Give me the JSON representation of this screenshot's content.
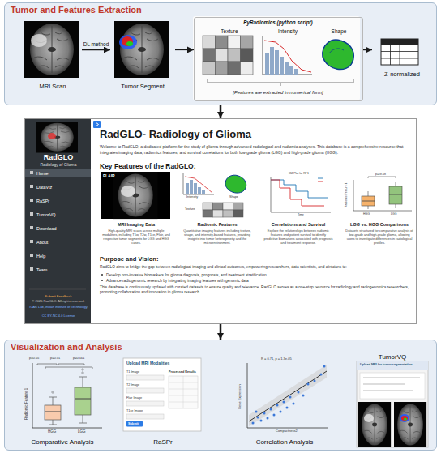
{
  "diagram": {
    "nodes": [
      {
        "text": [
          "Tumor and Features Extraction"
        ]
      },
      {
        "text": [
          "MRI Scan"
        ],
        "in": 0
      },
      {
        "text": [
          "Tumor Segment"
        ],
        "in": 0
      },
      {
        "text": [
          "PyRadiomics (python script)",
          "[Features are extracted in numerical form]"
        ],
        "in": 0
      },
      {
        "text": [
          "Texture"
        ],
        "in": 3
      },
      {
        "text": [
          "Intensity"
        ],
        "in": 3
      },
      {
        "text": [
          "Shape"
        ],
        "in": 3
      },
      {
        "text": [
          "Z-normalized"
        ],
        "in": 0
      },
      {
        "text": [
          "RadGLO- Radiology of Glioma",
          "Welcome to RadGLO, a dedicated platform for the study of glioma through advanced radiological and radiomic analyses. This database is a comprehensive resource that integrates imaging data, radiomics features, and survival correlations for both low-grade glioma (LGG) and high-grade glioma (HGG).",
          "Key Features of the RadGLO:",
          "Purpose and Vision:",
          "RadGLO aims to bridge the gap between radiological imaging and clinical outcomes, empowering researchers, data scientists, and clinicians to:",
          "Develop non-invasive biomarkers for glioma diagnosis, prognosis, and treatment stratification",
          "Advance radiogenomic research by integrating imaging features with genomic data",
          "This database is continuously updated with curated datasets to ensure quality and relevance. RadGLO serves as a one-stop resource for radiology and radiogenomics researchers, promoting collaboration and innovation in glioma research."
        ]
      },
      {
        "text": [
          "RadGLO",
          "Radiology of Glioma",
          "Home",
          "DataViz",
          "RaSPr",
          "TumorVQ",
          "Download",
          "About",
          "Help",
          "Team",
          "Submit Feedback",
          "© 2025 RadGLO. All rights reserved.",
          "ICAR Lab, Indian Institute of Technology",
          "CC BY-NC 4.0 License"
        ],
        "in": 8
      },
      {
        "text": [
          "MRI Imaging Data",
          "High-quality MRI scans across multiple modalities, including T1w, T2w, T1ce, Flair, and respective tumor segments for LGG and HGG cases."
        ],
        "in": 8
      },
      {
        "text": [
          "Radiomic Features",
          "Quantitative imaging features including texture, shape, and intensity-based features, providing insights into tumor heterogeneity and the microenvironment."
        ],
        "in": 8
      },
      {
        "text": [
          "Correlations and Survival",
          "Explore the relationships between radiomic features and patient survival to identify predictive biomarkers associated with prognosis and treatment response."
        ],
        "in": 8
      },
      {
        "text": [
          "LGG vs. HGG Comparisons",
          "Datasets structured for comparative analysis of low-grade and high-grade glioma, allowing users to investigate differences in radiological profiles."
        ],
        "in": 8
      },
      {
        "text": [
          "Visualization and Analysis"
        ]
      },
      {
        "text": [
          "Comparative Analysis"
        ],
        "in": 14
      },
      {
        "text": [
          "RaSPr"
        ],
        "in": 14
      },
      {
        "text": [
          "Correlation Analysis"
        ],
        "in": 14
      },
      {
        "text": [
          "TumorVQ"
        ],
        "in": 14
      }
    ],
    "edges": [
      {
        "from": 1,
        "to": 2,
        "label": "DL method",
        "arrow": "to"
      },
      {
        "from": 2,
        "to": 3,
        "arrow": "to"
      },
      {
        "from": 3,
        "to": 7,
        "arrow": "to"
      },
      {
        "from": 0,
        "to": 8,
        "arrow": "to"
      },
      {
        "from": 8,
        "to": 14,
        "arrow": "to"
      }
    ],
    "labels": [
      "FLAIR",
      "Intensity",
      "Shape",
      "Texture",
      "KM Plot for RF1",
      "Time",
      "p=2e-08",
      "HGG",
      "LGG",
      "Radiomic Feature 1",
      "p=0.05",
      "p=0.01",
      "p=0.001",
      "HGG",
      "LGG",
      "Radiomic Feature 1",
      "Upload MRI Modalities",
      "Processed Results",
      "T1 Image",
      "T2 Image",
      "Flair Image",
      "T1ce Image",
      "Submit",
      "R = 0.71, p = 1.3e-05",
      "Compactness2",
      "Gene Expression",
      "Upload MRI for tumor segmentation"
    ]
  }
}
